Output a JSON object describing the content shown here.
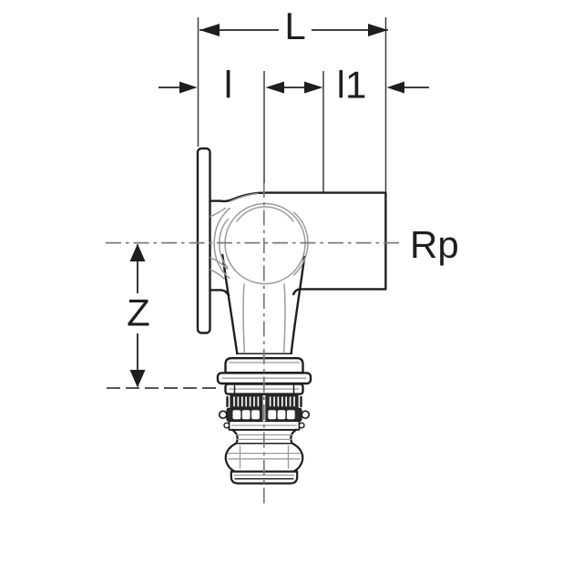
{
  "drawing": {
    "kind": "technical dimension drawing",
    "subject": "90-degree wall elbow press fitting with mounting flange, female thread branch and press sleeve end"
  },
  "labels": {
    "overall_length": "L",
    "wall_to_center": "l",
    "branch_insertion": "l1",
    "center_to_sleeve": "Z",
    "thread": "Rp"
  },
  "colors": {
    "background": "#ffffff",
    "outline": "#1e1e1e",
    "detail_gray": "#9b9b9b",
    "centerline": "#7a7a7a",
    "dimension": "#242424"
  }
}
